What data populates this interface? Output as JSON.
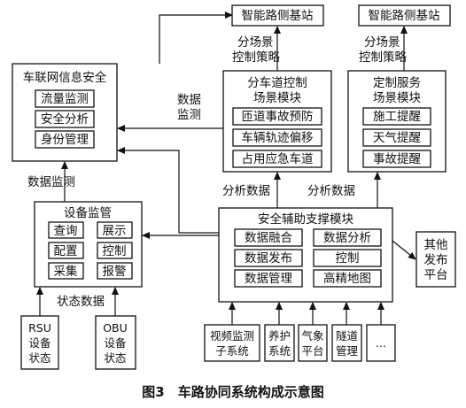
{
  "caption": "图3　车路协同系统构成示意图",
  "base_station_left": "智能路侧基站",
  "base_station_right": "智能路侧基站",
  "lane_policy_left": [
    "分场景",
    "控制策略"
  ],
  "lane_policy_right": [
    "分场景",
    "控制策略"
  ],
  "security": {
    "title": "车联网信息安全",
    "items": [
      "流量监测",
      "安全分析",
      "身份管理"
    ]
  },
  "lane_control": {
    "title": [
      "分车道控制",
      "场景模块"
    ],
    "items": [
      "匝道事故预防",
      "车辆轨迹偏移",
      "占用应急车道"
    ]
  },
  "custom_service": {
    "title": [
      "定制服务",
      "场景模块"
    ],
    "items": [
      "施工提醒",
      "天气提醒",
      "事故提醒"
    ]
  },
  "data_monitor_top": [
    "数据",
    "监测"
  ],
  "data_monitor_left": "数据监测",
  "analysis_left": "分析数据",
  "analysis_right": "分析数据",
  "device_mgmt": {
    "title": "设备监管",
    "items": [
      "查询",
      "展示",
      "配置",
      "控制",
      "采集",
      "报警"
    ]
  },
  "support": {
    "title": "安全辅助支撑模块",
    "items": [
      "数据融合",
      "数据分析",
      "数据发布",
      "控制",
      "数据管理",
      "高精地图"
    ]
  },
  "other_platform": [
    "其他",
    "发布",
    "平台"
  ],
  "status_data": "状态数据",
  "rsu": [
    "RSU",
    "设备",
    "状态"
  ],
  "obu": [
    "OBU",
    "设备",
    "状态"
  ],
  "sources": [
    [
      "视频监测",
      "子系统"
    ],
    [
      "养护",
      "系统"
    ],
    [
      "气象",
      "平台"
    ],
    [
      "隧道",
      "管理"
    ],
    [
      "…"
    ]
  ]
}
